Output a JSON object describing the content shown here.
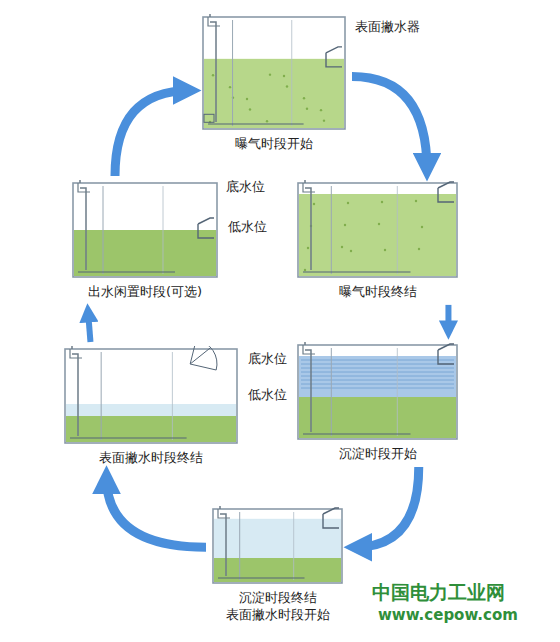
{
  "diagram": {
    "nodes": [
      {
        "text": [
          "曝气时段开始"
        ]
      },
      {
        "text": [
          "曝气时段终结"
        ]
      },
      {
        "text": [
          "沉淀时段开始"
        ]
      },
      {
        "text": [
          "沉淀时段终结",
          "表面撇水时段开始"
        ]
      },
      {
        "text": [
          "表面撇水时段终结"
        ]
      },
      {
        "text": [
          "出水闲置时段(可选)"
        ]
      }
    ],
    "edges": [
      {
        "from": 0,
        "to": 1,
        "arrow": "to"
      },
      {
        "from": 1,
        "to": 2,
        "arrow": "to"
      },
      {
        "from": 2,
        "to": 3,
        "arrow": "to"
      },
      {
        "from": 3,
        "to": 4,
        "arrow": "to"
      },
      {
        "from": 4,
        "to": 5,
        "arrow": "to"
      },
      {
        "from": 5,
        "to": 0,
        "arrow": "to"
      }
    ],
    "labels": [
      "表面撇水器",
      "底水位",
      "低水位",
      "底水位",
      "低水位",
      "中国电力工业网",
      "www.cepow.com"
    ]
  }
}
